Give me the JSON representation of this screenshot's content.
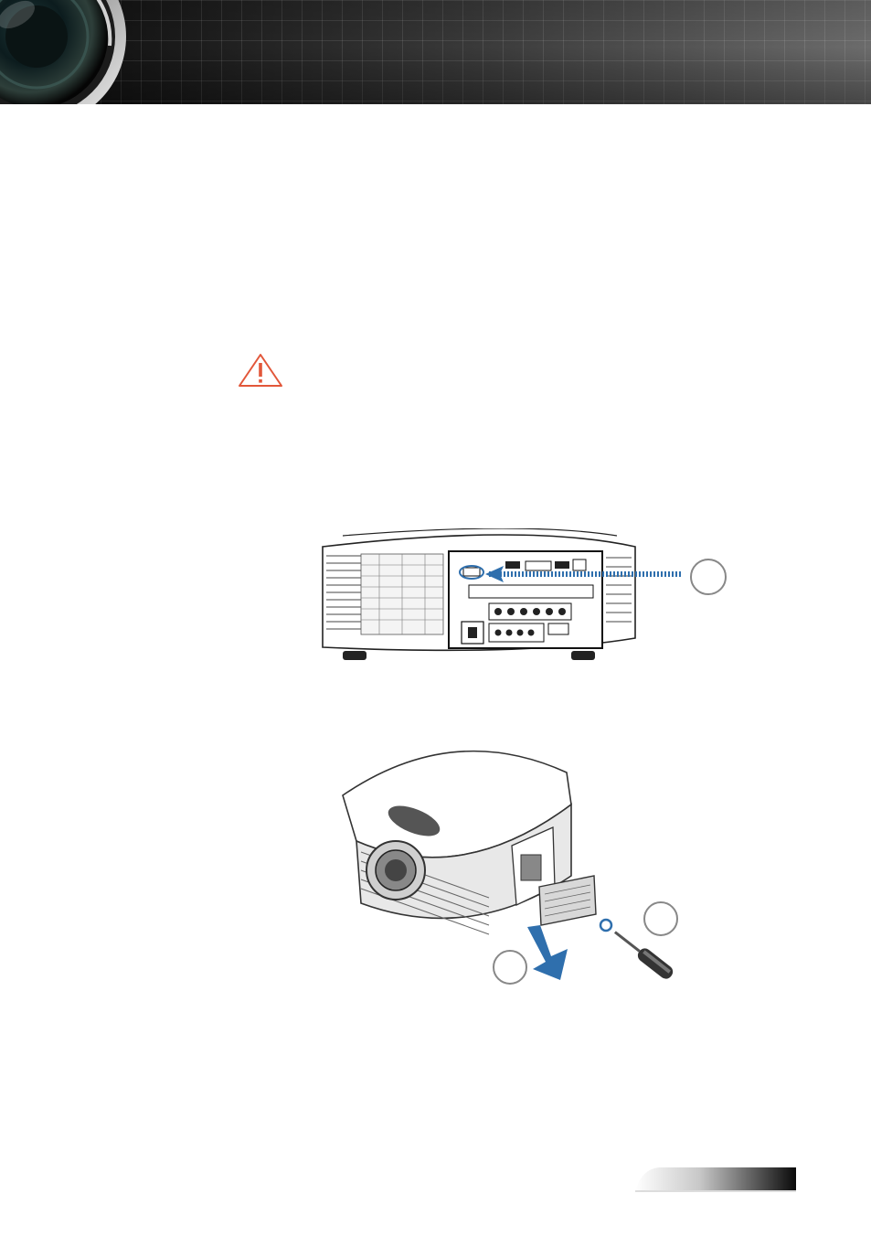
{
  "header": {
    "lens_icon": "camera-lens-icon"
  },
  "warning": {
    "icon": "warning-triangle-icon",
    "color": "#e2573a"
  },
  "figures": [
    {
      "name": "projector-rear-panel",
      "callout_color": "#2f6fad"
    },
    {
      "name": "projector-module-removal",
      "callout_color": "#2f6fad"
    }
  ],
  "footer": {
    "page_tab_icon": "page-tab-gradient"
  }
}
